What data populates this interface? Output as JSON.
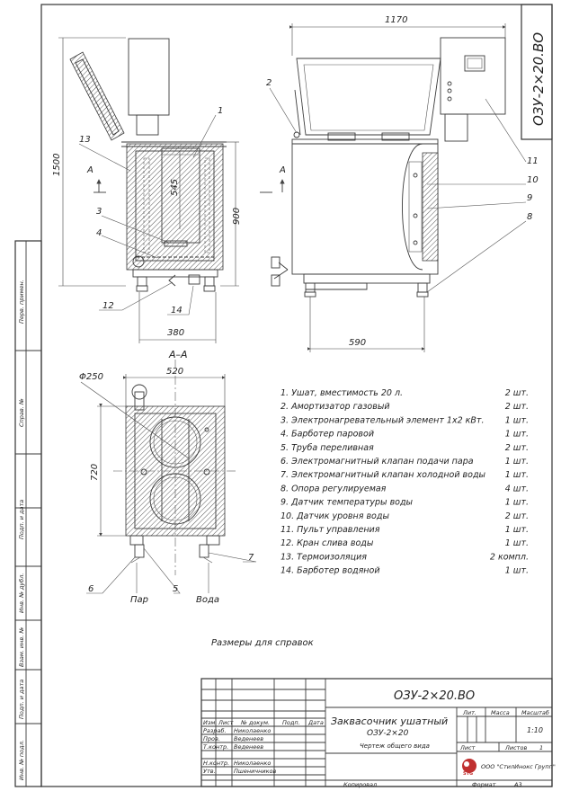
{
  "drawing": {
    "code_stamp": "ОЗУ-2×20.ВО",
    "dims": {
      "overall_width": "1170",
      "height_total": "1500",
      "height_body": "900",
      "water_level": "545",
      "depth_side": "380",
      "depth_front": "590",
      "plan_width": "520",
      "plan_length": "720",
      "diameter": "Φ250"
    },
    "section_label": "А–А",
    "section_marker": "А",
    "leader_numbers": [
      "1",
      "2",
      "3",
      "4",
      "5",
      "6",
      "7",
      "8",
      "9",
      "10",
      "11",
      "12",
      "13",
      "14"
    ],
    "plan_labels": {
      "steam": "Пар",
      "water": "Вода"
    },
    "note": "Размеры для справок"
  },
  "parts": [
    {
      "name": "1. Ушат, вместимость    20 л.",
      "qty": "2 шт."
    },
    {
      "name": "2. Амортизатор газовый",
      "qty": "2 шт."
    },
    {
      "name": "3. Электронагревательный элемент 1х2 кВт.",
      "qty": "1 шт."
    },
    {
      "name": "4. Барботер паровой",
      "qty": "1 шт."
    },
    {
      "name": "5. Труба переливная",
      "qty": "2 шт."
    },
    {
      "name": "6. Электромагнитный клапан подачи пара",
      "qty": "1 шт."
    },
    {
      "name": "7. Электромагнитный клапан холодной воды",
      "qty": "1 шт."
    },
    {
      "name": "8. Опора регулируемая",
      "qty": "4 шт."
    },
    {
      "name": "9. Датчик температуры воды",
      "qty": "1 шт."
    },
    {
      "name": "10. Датчик уровня воды",
      "qty": "2 шт."
    },
    {
      "name": "11. Пульт управления",
      "qty": "1 шт."
    },
    {
      "name": "12. Кран слива воды",
      "qty": "1 шт."
    },
    {
      "name": "13. Термоизоляция",
      "qty": "2 компл."
    },
    {
      "name": "14. Барботер водяной",
      "qty": "1 шт."
    }
  ],
  "title_block": {
    "designation": "ОЗУ-2×20.ВО",
    "title": "Заквасочник ушатный",
    "subtitle": "ОЗУ-2×20",
    "doc_type": "Чертеж общего вида",
    "col_headers": [
      "Изм.",
      "Лист",
      "№ докум.",
      "Подп.",
      "Дата"
    ],
    "roles": [
      {
        "role": "Разраб.",
        "name": "Николаенко"
      },
      {
        "role": "Пров.",
        "name": "Веденеев"
      },
      {
        "role": "Т.контр.",
        "name": "Веденеев"
      },
      {
        "role": "Н.контр.",
        "name": "Николаенко"
      },
      {
        "role": "Утв.",
        "name": "Пшеничников"
      }
    ],
    "lit_header": "Лит.",
    "mass_header": "Масса",
    "scale_header": "Масштаб",
    "scale": "1:10",
    "sheet_label": "Лист",
    "sheets_label": "Листов",
    "sheets": "1",
    "company": "ООО \"СтилИнокс Групп\"",
    "copied": "Копировал",
    "format": "Формат",
    "format_value": "А3"
  },
  "side_stamp": [
    "Перв. примен.",
    "Справ. №",
    "Подп. и дата",
    "Инв. № дубл.",
    "Взам. инв. №",
    "Подп. и дата",
    "Инв. № подл."
  ]
}
